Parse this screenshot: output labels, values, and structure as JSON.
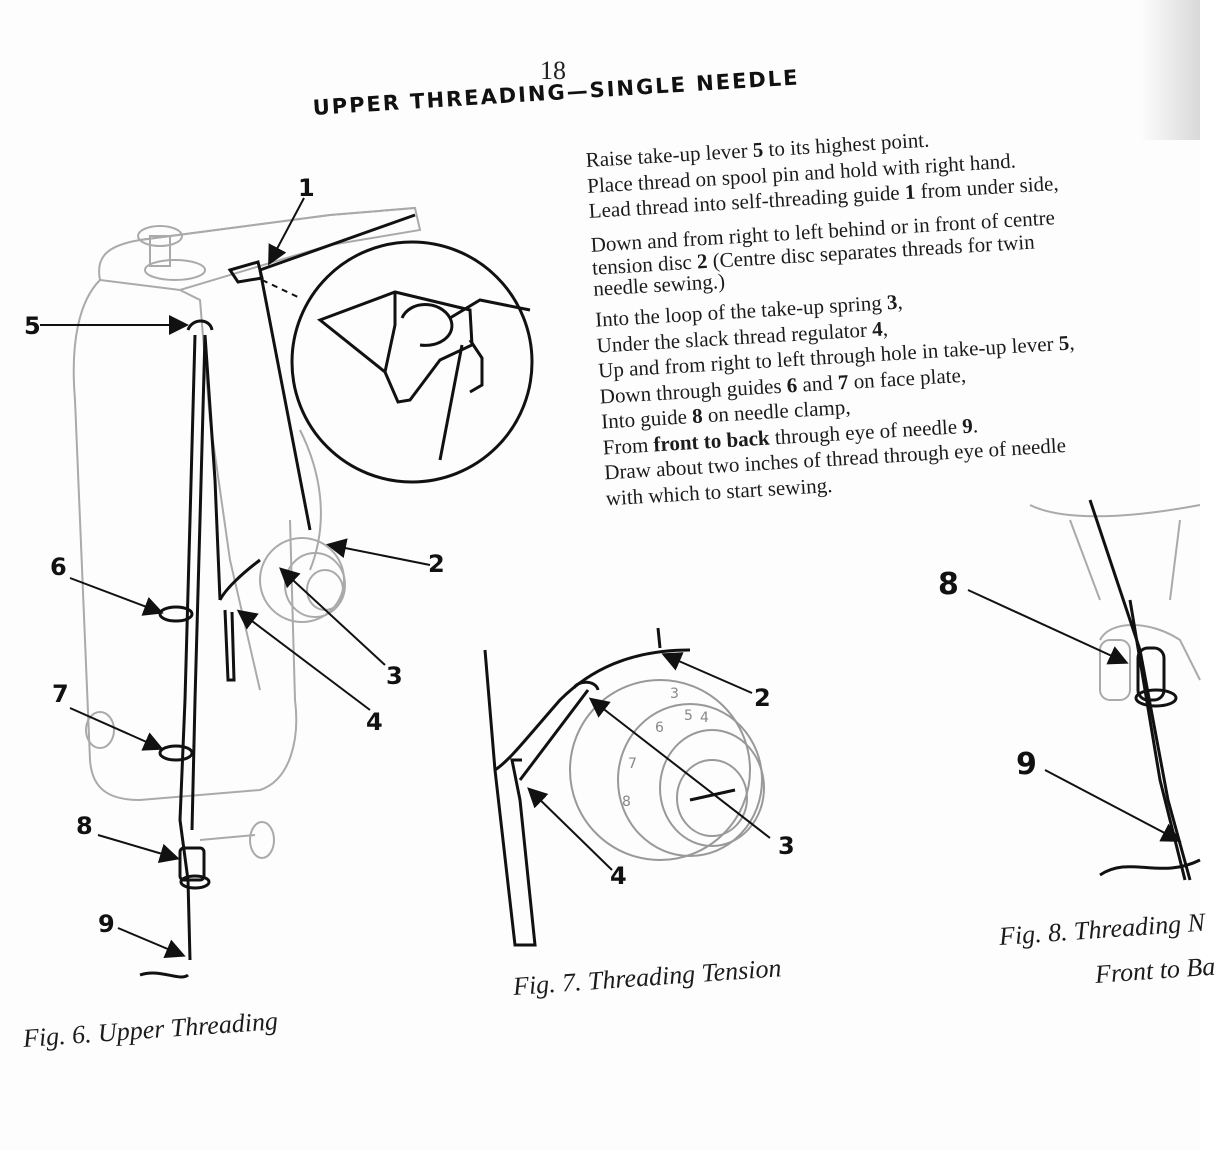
{
  "page": {
    "number": "18",
    "heading": "UPPER THREADING—SINGLE NEEDLE"
  },
  "instructions": [
    {
      "text": "Raise take-up lever ",
      "bold": "5",
      "after": " to its highest point."
    },
    {
      "text": "Place thread on spool pin and hold with right hand."
    },
    {
      "text": "Lead thread into self-threading guide ",
      "bold": "1",
      "after": " from under side,"
    },
    {
      "text": "Down and from right to left behind or in front of centre"
    },
    {
      "text": "tension disc ",
      "bold": "2",
      "after": " (Centre disc separates threads for twin"
    },
    {
      "text": "needle sewing.)"
    },
    {
      "text": "Into the loop of the take-up spring ",
      "bold": "3",
      "after": ","
    },
    {
      "text": "Under the slack thread regulator ",
      "bold": "4",
      "after": ","
    },
    {
      "text": "Up and from right to left through hole in take-up lever ",
      "bold": "5",
      "after": ","
    },
    {
      "text": "Down through guides ",
      "bold": "6",
      "mid": " and ",
      "bold2": "7",
      "after": " on face plate,"
    },
    {
      "text": "Into guide ",
      "bold": "8",
      "after": " on needle clamp,"
    },
    {
      "text": "From ",
      "bold": "front to back",
      "after": " through eye of needle ",
      "bold2": "9",
      "after2": "."
    },
    {
      "text": "Draw about two inches of thread through eye of needle"
    },
    {
      "text": "with which to start sewing."
    }
  ],
  "figures": {
    "fig6": {
      "caption": "Fig. 6. Upper Threading",
      "labels": [
        "1",
        "2",
        "3",
        "4",
        "5",
        "6",
        "7",
        "8",
        "9"
      ]
    },
    "fig7": {
      "caption": "Fig. 7. Threading Tension",
      "labels": [
        "2",
        "3",
        "4"
      ],
      "dial_numbers": [
        "3",
        "4",
        "5",
        "6",
        "7",
        "8"
      ]
    },
    "fig8": {
      "caption_line1": "Fig. 8. Threading N",
      "caption_line2": "Front to Ba",
      "labels": [
        "8",
        "9"
      ]
    }
  }
}
